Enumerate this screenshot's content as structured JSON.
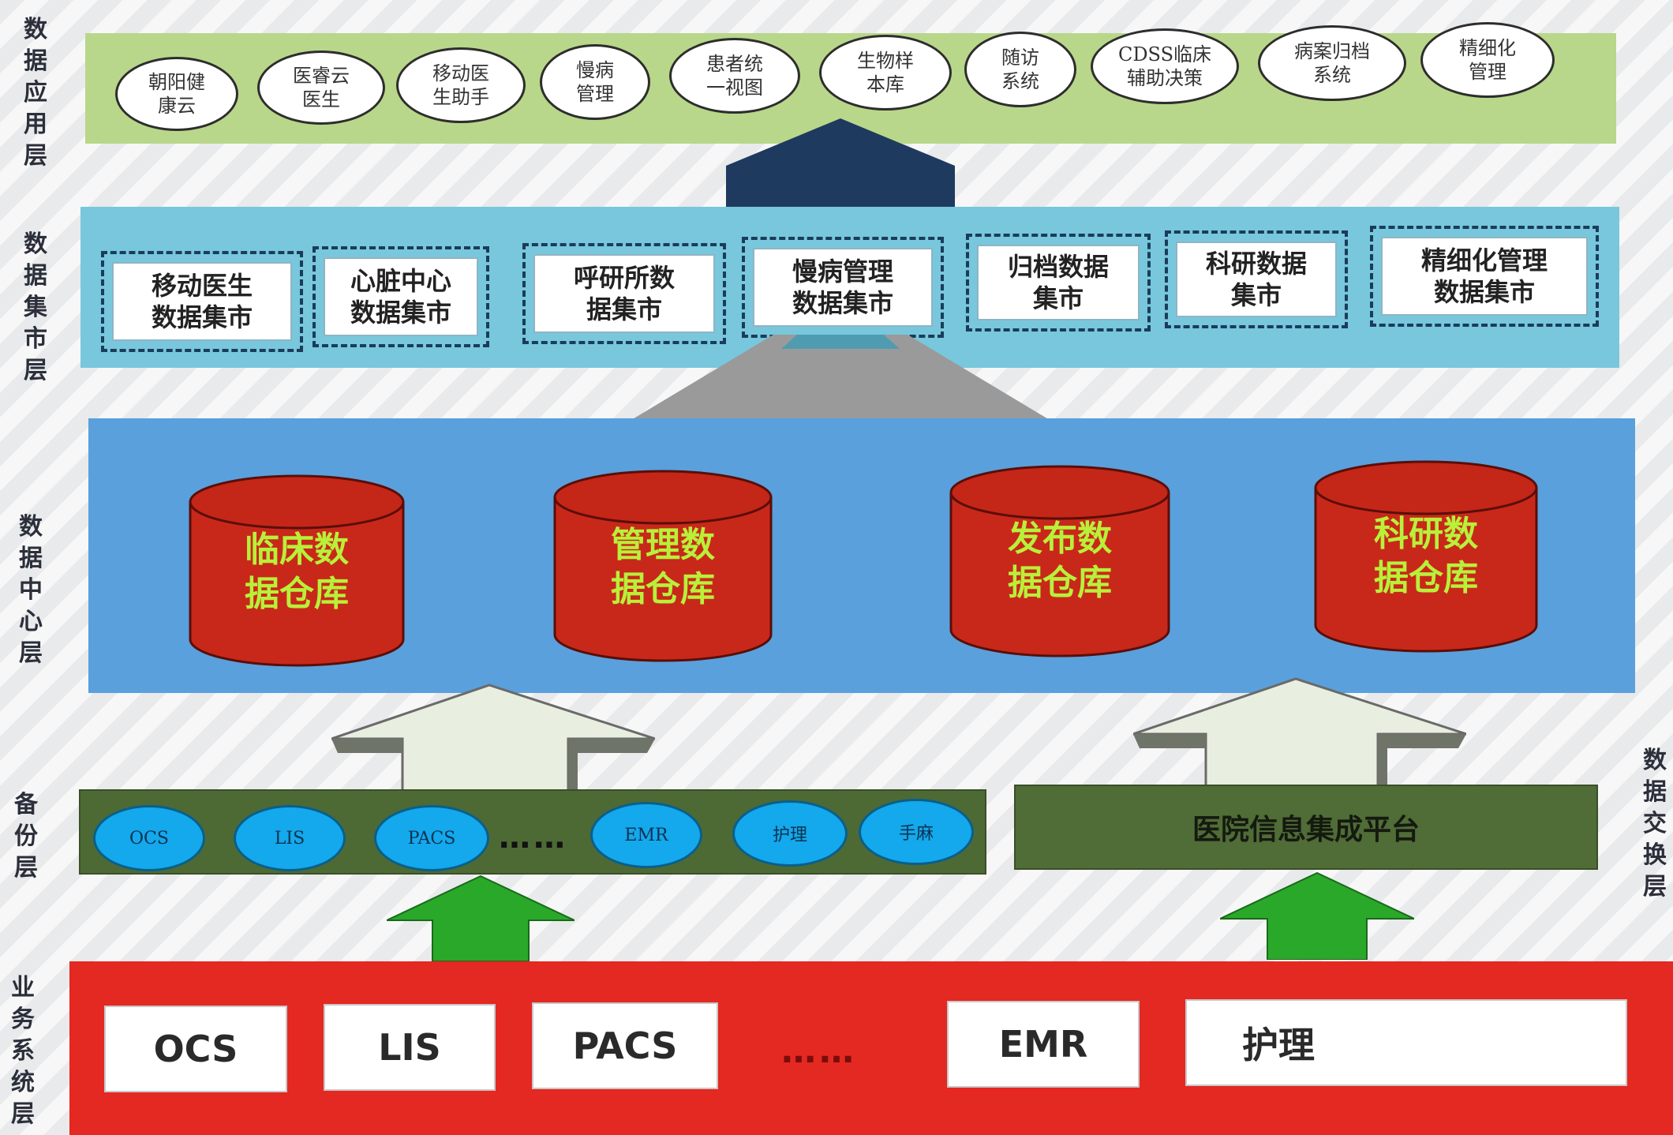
{
  "layers": {
    "application": "数据应用层",
    "data_mart": "数据集市层",
    "data_center": "数据中心层",
    "backup": "备份层",
    "exchange": "数据交换层",
    "business": "业务系统层"
  },
  "applications": [
    {
      "line1": "朝阳健",
      "line2": "康云"
    },
    {
      "line1": "医睿云",
      "line2": "医生"
    },
    {
      "line1": "移动医",
      "line2": "生助手"
    },
    {
      "line1": "慢病",
      "line2": "管理"
    },
    {
      "line1": "患者统",
      "line2": "一视图"
    },
    {
      "line1": "生物样",
      "line2": "本库"
    },
    {
      "line1": "随访",
      "line2": "系统"
    },
    {
      "line1": "CDSS临床",
      "line2": "辅助决策"
    },
    {
      "line1": "病案归档",
      "line2": "系统"
    },
    {
      "line1": "精细化",
      "line2": "管理"
    }
  ],
  "data_marts": [
    {
      "line1": "移动医生",
      "line2": "数据集市"
    },
    {
      "line1": "心脏中心",
      "line2": "数据集市"
    },
    {
      "line1": "呼研所数",
      "line2": "据集市"
    },
    {
      "line1": "慢病管理",
      "line2": "数据集市"
    },
    {
      "line1": "归档数据",
      "line2": "集市"
    },
    {
      "line1": "科研数据",
      "line2": "集市"
    },
    {
      "line1": "精细化管理",
      "line2": "数据集市"
    }
  ],
  "warehouses": [
    {
      "line1": "临床数",
      "line2": "据仓库"
    },
    {
      "line1": "管理数",
      "line2": "据仓库"
    },
    {
      "line1": "发布数",
      "line2": "据仓库"
    },
    {
      "line1": "科研数",
      "line2": "据仓库"
    }
  ],
  "backup_systems": [
    "OCS",
    "LIS",
    "PACS",
    "EMR",
    "护理",
    "手麻"
  ],
  "ellipsis": "……",
  "integration_platform": "医院信息集成平台",
  "business_systems": [
    "OCS",
    "LIS",
    "PACS",
    "EMR",
    "护理"
  ],
  "colors": {
    "app_band": "#b8d78a",
    "mart_band": "#78c7dc",
    "center_band": "#5aa0dc",
    "warehouse": "#c8281a",
    "warehouse_text": "#b8f03a",
    "backup_band": "#4d6a35",
    "business_band": "#e42822",
    "up_arrow_green": "#2aa82a",
    "connector_navy": "#1e3a5f"
  }
}
